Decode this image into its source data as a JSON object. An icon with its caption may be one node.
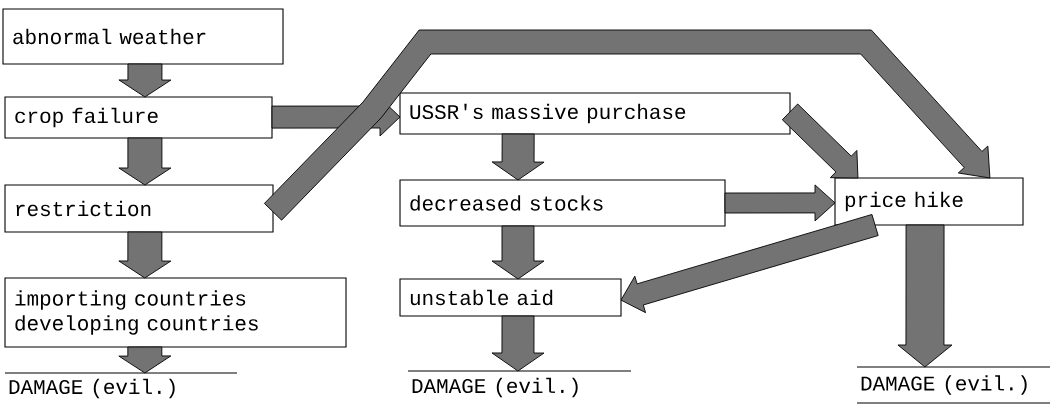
{
  "diagram": {
    "nodes": [
      {
        "text": [
          "abnormal weather"
        ]
      },
      {
        "text": [
          "crop failure"
        ]
      },
      {
        "text": [
          "restriction"
        ]
      },
      {
        "text": [
          "importing countries developing countries"
        ]
      },
      {
        "text": [
          "DAMAGE (evil.)"
        ]
      },
      {
        "text": [
          "USSR's massive purchase"
        ]
      },
      {
        "text": [
          "decreased stocks"
        ]
      },
      {
        "text": [
          "unstable aid"
        ]
      },
      {
        "text": [
          "DAMAGE (evil.)"
        ]
      },
      {
        "text": [
          "price hike"
        ]
      },
      {
        "text": [
          "DAMAGE (evil.)"
        ]
      }
    ],
    "edges": [
      {
        "from": 0,
        "to": 1,
        "arrow": "to"
      },
      {
        "from": 1,
        "to": 2,
        "arrow": "to"
      },
      {
        "from": 2,
        "to": 3,
        "arrow": "to"
      },
      {
        "from": 3,
        "to": 4,
        "arrow": "to"
      },
      {
        "from": 1,
        "to": 5,
        "arrow": "to"
      },
      {
        "from": 2,
        "to": 9,
        "arrow": "to"
      },
      {
        "from": 5,
        "to": 6,
        "arrow": "to"
      },
      {
        "from": 5,
        "to": 9,
        "arrow": "to"
      },
      {
        "from": 6,
        "to": 9,
        "arrow": "to"
      },
      {
        "from": 6,
        "to": 7,
        "arrow": "to"
      },
      {
        "from": 7,
        "to": 8,
        "arrow": "to"
      },
      {
        "from": 9,
        "to": 7,
        "arrow": "to"
      },
      {
        "from": 9,
        "to": 10,
        "arrow": "to"
      }
    ]
  }
}
